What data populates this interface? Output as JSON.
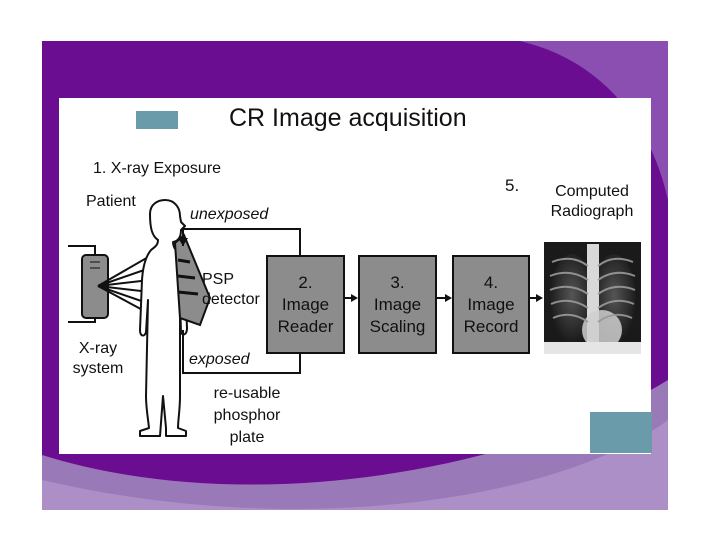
{
  "colors": {
    "purple_dark": "#6a0d91",
    "purple_light": "#9a79b8",
    "teal": "#6a9bab",
    "box_fill": "#8c8c8c"
  },
  "title": "CR Image acquisition",
  "step1": "1. X-ray Exposure",
  "patient": "Patient",
  "unexposed": "unexposed",
  "exposed": "exposed",
  "psp": {
    "line1": "PSP",
    "line2": "detector"
  },
  "xray_system": {
    "line1": "X-ray",
    "line2": "system"
  },
  "plate": {
    "line1": "re-usable",
    "line2": "phosphor",
    "line3": "plate"
  },
  "boxes": [
    {
      "num": "2.",
      "line1": "Image",
      "line2": "Reader"
    },
    {
      "num": "3.",
      "line1": "Image",
      "line2": "Scaling"
    },
    {
      "num": "4.",
      "line1": "Image",
      "line2": "Record"
    }
  ],
  "step5": {
    "num": "5.",
    "line1": "Computed",
    "line2": "Radiograph"
  }
}
